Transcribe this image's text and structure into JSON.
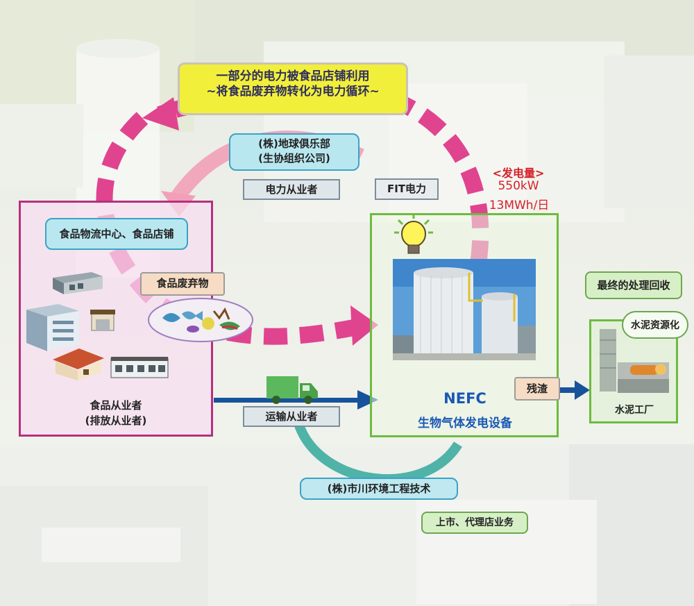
{
  "cycle_title_line1": "一部分的电力被食品店铺利用",
  "cycle_title_line2": "~将食品废弃物转化为电力循环~",
  "power_company_line1": "(株)地球俱乐部",
  "power_company_line2": "(生协组织公司)",
  "power_operator": "电力从业者",
  "fit_power": "FIT电力",
  "generation": {
    "heading": "<发电量>",
    "power": "550kW",
    "daily": "13MWh/日"
  },
  "food_logistics": "食品物流中心、食品店铺",
  "food_waste": "食品废弃物",
  "food_operator_line1": "食品从业者",
  "food_operator_line2": "(排放从业者)",
  "transport_operator": "运输从业者",
  "nefc": {
    "name": "NEFC",
    "subtitle": "生物气体发电设备"
  },
  "residue": "残渣",
  "final_treatment": "最终的处理回收",
  "cement_resource": "水泥资源化",
  "cement_factory": "水泥工厂",
  "ichikawa": "(株)市川环境工程技术",
  "listing": "上市、代理店业务",
  "colors": {
    "magenta_arrow": "#e0448f",
    "pink_arrow": "#f2a0b8",
    "teal_arrow": "#4fb3a8",
    "blue_arrow": "#17539b",
    "food_frame": "#b5307f",
    "nefc_frame": "#6dbb3f"
  }
}
